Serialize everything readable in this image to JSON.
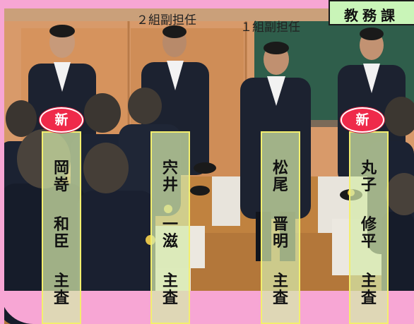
{
  "captions": {
    "left": "２組副担任",
    "right": "１組副担任"
  },
  "department": "教務課",
  "badge_label": "新",
  "teachers": [
    {
      "surname": "岡嵜",
      "given": "和臣",
      "title": "主査",
      "new": true
    },
    {
      "surname": "宍井",
      "given": "一滋",
      "title": "主査",
      "new": false
    },
    {
      "surname": "松尾",
      "given": "晋明",
      "title": "主査",
      "new": false
    },
    {
      "surname": "丸子",
      "given": "修平",
      "title": "主査",
      "new": true
    }
  ],
  "colors": {
    "frame_pink": "#f7a6d4",
    "badge_red": "#ef2a4a",
    "banner_fill": "#d6eaaa",
    "banner_border": "#f3ef6e",
    "label_fill": "#c9f5b8"
  }
}
